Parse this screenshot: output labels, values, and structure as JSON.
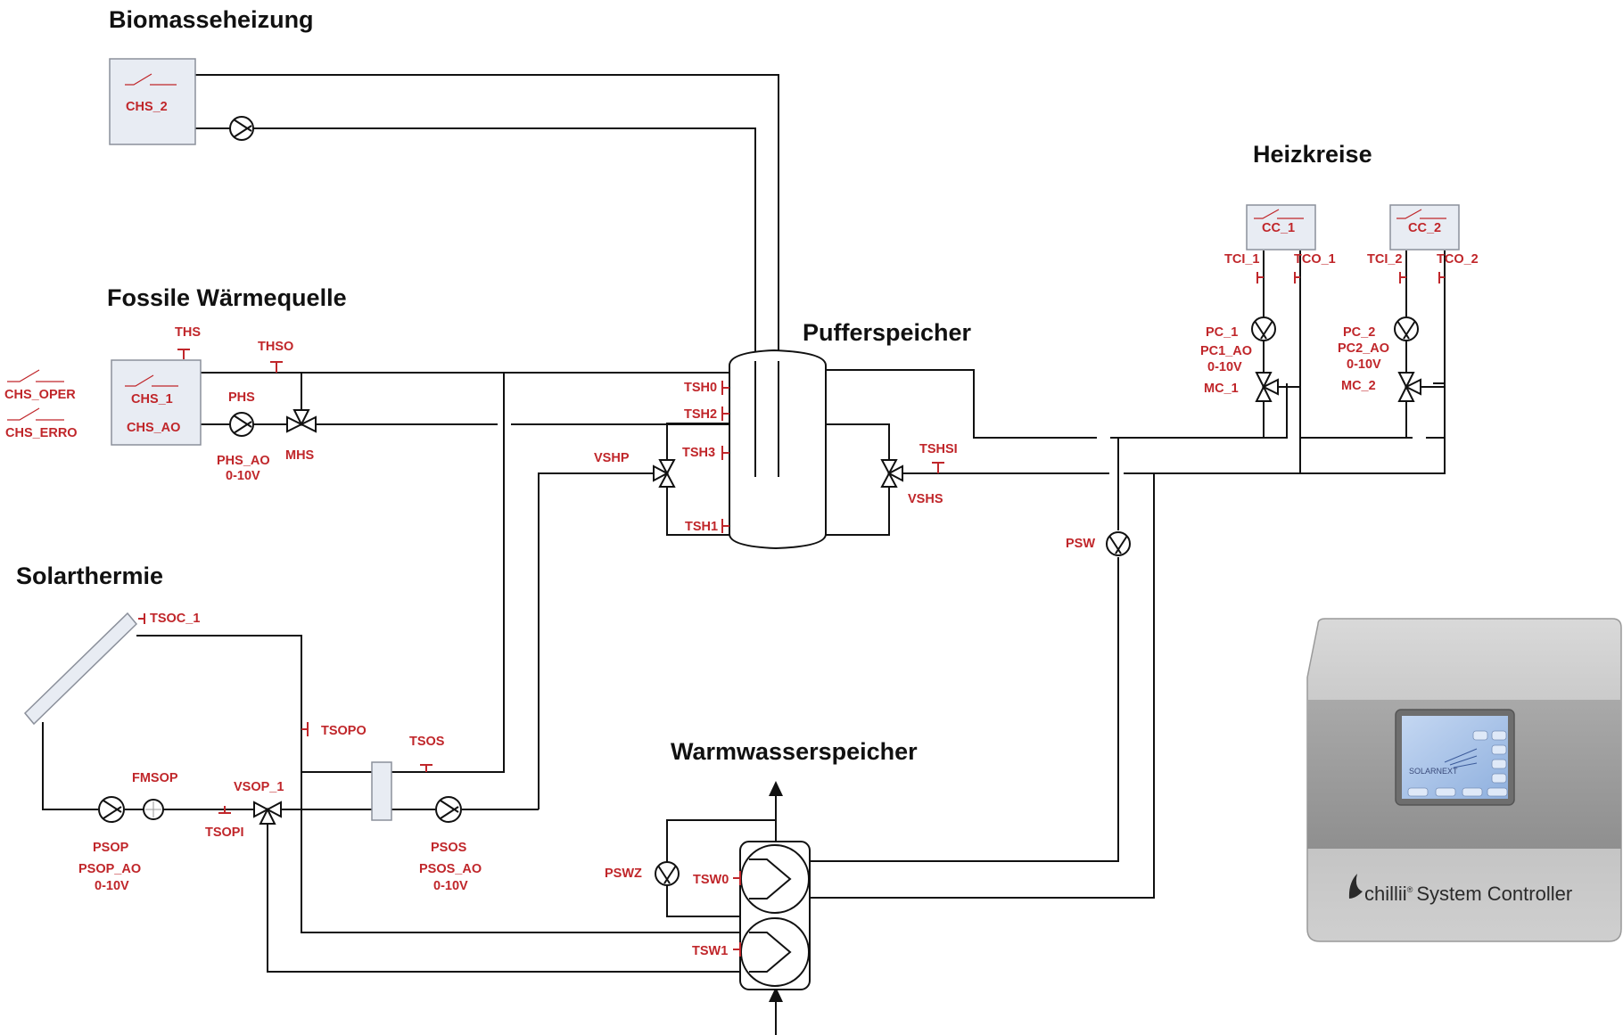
{
  "headings": {
    "biomass": "Biomasseheizung",
    "fossil": "Fossile Wärmequelle",
    "buffer": "Pufferspeicher",
    "heating_circuits": "Heizkreise",
    "solar": "Solarthermie",
    "dhw": "Warmwasserspeicher"
  },
  "labels": {
    "chs2": "CHS_2",
    "chs1": "CHS_1",
    "chs_ao": "CHS_AO",
    "chs_oper": "CHS_OPER",
    "chs_erro": "CHS_ERRO",
    "ths": "THS",
    "thso": "THSO",
    "phs": "PHS",
    "phs_ao": "PHS_AO",
    "phs_range": "0-10V",
    "mhs": "MHS",
    "tsh0": "TSH0",
    "tsh2": "TSH2",
    "tsh3": "TSH3",
    "tsh1": "TSH1",
    "vshp": "VSHP",
    "vshs": "VSHS",
    "tshsi": "TSHSI",
    "psw": "PSW",
    "cc1": "CC_1",
    "cc2": "CC_2",
    "tci1": "TCI_1",
    "tco1": "TCO_1",
    "tci2": "TCI_2",
    "tco2": "TCO_2",
    "pc1": "PC_1",
    "pc1_ao": "PC1_AO",
    "pc1_range": "0-10V",
    "mc1": "MC_1",
    "pc2": "PC_2",
    "pc2_ao": "PC2_AO",
    "pc2_range": "0-10V",
    "mc2": "MC_2",
    "tsoc1": "TSOC_1",
    "tsopo": "TSOPO",
    "tsos": "TSOS",
    "fmsop": "FMSOP",
    "vsop1": "VSOP_1",
    "tsopi": "TSOPI",
    "psop": "PSOP",
    "psop_ao": "PSOP_AO",
    "psop_range": "0-10V",
    "psos": "PSOS",
    "psos_ao": "PSOS_AO",
    "psos_range": "0-10V",
    "pswz": "PSWZ",
    "tsw0": "TSW0",
    "tsw1": "TSW1"
  },
  "controller": {
    "brand": "chillii",
    "registered": "®",
    "product": "System Controller",
    "screen_logo": "SOLARNEXT"
  },
  "colors": {
    "label_red": "#c0262a",
    "pipe": "#111111",
    "unit_fill": "#e8ecf3",
    "screen_blue": "#9db9e0"
  }
}
